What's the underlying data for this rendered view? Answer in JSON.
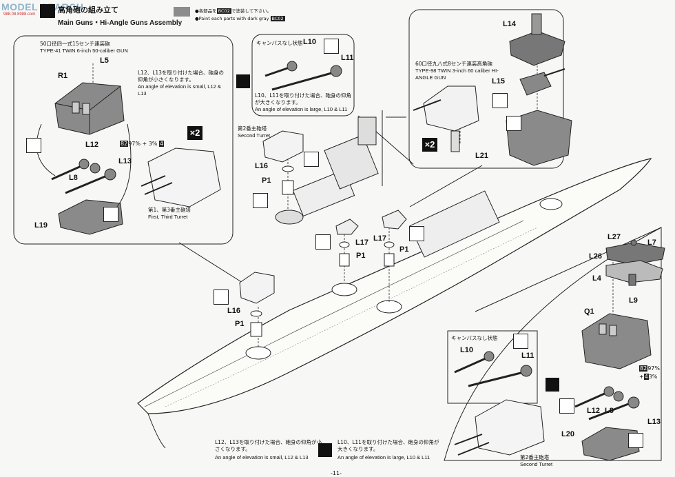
{
  "watermark": {
    "text": "MODEL SEARCH",
    "sub": "988.08.8988.com"
  },
  "header": {
    "title_ja": "高角砲の組み立て",
    "title_en": "Main Guns・Hi-Angle Guns Assembly",
    "paint_note_ja_pre": "●各部品を",
    "paint_code": "BC02",
    "paint_note_ja_post": "で塗装して下さい。",
    "paint_note_en": "●Paint each parts with dark gray"
  },
  "left_panel": {
    "title_ja": "50口径四一式15センチ連装砲",
    "title_en": "TYPE-41 TWIN 6-inch 50-caliber GUN",
    "note_ja": "L12、L13を取り付けた場合、砲身の仰角が小さくなります。",
    "note_en": "An angle of elevation is small, L12 & L13",
    "mix": "97% + 3%",
    "mix_a": "82",
    "mix_b": "4",
    "multiplier": "×2",
    "turret_caption_ja": "第1、第3番主砲塔",
    "turret_caption_en": "First, Third Turret",
    "parts": [
      "R1",
      "L5",
      "L12",
      "L13",
      "L8",
      "L19"
    ]
  },
  "center_panel": {
    "title_ja": "キャンバスなし状態",
    "parts": [
      "L10",
      "L11"
    ],
    "note_ja": "L10、L11を取り付けた場合、砲身の仰角が大きくなります。",
    "note_en": "An angle of elevation is large, L10 & L11"
  },
  "right_panel": {
    "title_ja": "60口径九八式8センチ連装高角砲",
    "title_en": "TYPE-98 TWIN 3-inch 60 caliber HI-ANGLE GUN",
    "multiplier": "×2",
    "parts": [
      "L14",
      "L15",
      "L21"
    ]
  },
  "ship_labels": {
    "second_turret_ja": "第2番主砲塔",
    "second_turret_en": "Second Turret",
    "parts": [
      "L16",
      "P1",
      "L17",
      "P1",
      "L17",
      "P1",
      "L16",
      "P1"
    ]
  },
  "lower_right_panel": {
    "parts_top": [
      "L27",
      "L7",
      "L26",
      "L4",
      "L9",
      "Q1"
    ],
    "canvas_ja": "キャンバスなし状態",
    "canvas_parts": [
      "L10",
      "L11"
    ],
    "mix_a": "82",
    "mix_top": "97%",
    "mix_b": "4",
    "mix_bottom": "3%",
    "parts_bottom": [
      "L12",
      "L8",
      "L13",
      "L20"
    ],
    "caption_ja": "第2番主砲塔",
    "caption_en": "Second Turret"
  },
  "bottom_notes": {
    "left_ja": "L12、L13を取り付けた場合、砲身の仰角が小さくなります。",
    "left_en": "An angle of elevation is small, L12 & L13",
    "right_ja": "L10、L11を取り付けた場合、砲身の仰角が大きくなります。",
    "right_en": "An angle of elevation is large, L10 & L11"
  },
  "page_number": "-11-"
}
